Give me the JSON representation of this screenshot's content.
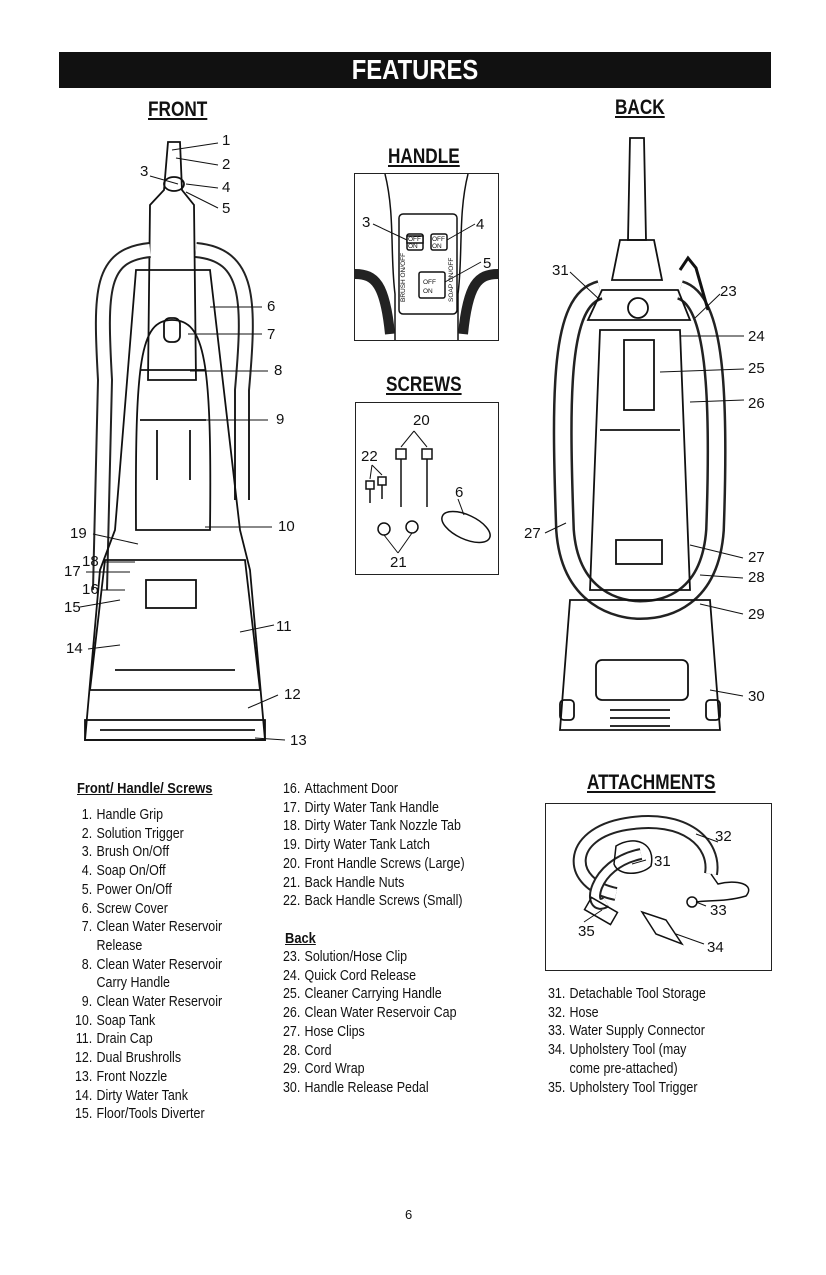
{
  "banner": {
    "title": "FEATURES"
  },
  "headings": {
    "front": "FRONT",
    "back": "BACK",
    "handle": "HANDLE",
    "screws": "SCREWS",
    "attachments": "ATTACHMENTS"
  },
  "sections": {
    "front_handle_screws": "Front/ Handle/ Screws",
    "back": "Back"
  },
  "front_callouts": [
    "1",
    "2",
    "3",
    "4",
    "5",
    "6",
    "7",
    "8",
    "9",
    "10",
    "11",
    "12",
    "13",
    "14",
    "15",
    "16",
    "17",
    "18",
    "19"
  ],
  "handle_callouts": [
    "3",
    "4",
    "5"
  ],
  "handle_switch_labels": {
    "brush": "BRUSH ON/OFF",
    "soap": "SOAP ON/OFF",
    "off1": "OFF",
    "on1": "ON",
    "off2": "OFF",
    "on2": "ON",
    "off3": "OFF",
    "on3": "ON"
  },
  "screws_callouts": [
    "20",
    "22",
    "6",
    "21"
  ],
  "back_callouts": [
    "31",
    "23",
    "24",
    "25",
    "26",
    "27",
    "27",
    "28",
    "29",
    "30"
  ],
  "attach_callouts": [
    "32",
    "31",
    "33",
    "35",
    "34"
  ],
  "list_col1": [
    {
      "num": "1.",
      "text": "Handle Grip"
    },
    {
      "num": "2.",
      "text": "Solution Trigger"
    },
    {
      "num": "3.",
      "text": "Brush On/Off"
    },
    {
      "num": "4.",
      "text": "Soap On/Off"
    },
    {
      "num": "5.",
      "text": "Power On/Off"
    },
    {
      "num": "6.",
      "text": "Screw Cover"
    },
    {
      "num": "7.",
      "text": "Clean Water Reservoir"
    },
    {
      "num": "",
      "text": "Release"
    },
    {
      "num": "8.",
      "text": "Clean Water Reservoir"
    },
    {
      "num": "",
      "text": "Carry Handle"
    },
    {
      "num": "9.",
      "text": "Clean Water Reservoir"
    },
    {
      "num": "10.",
      "text": "Soap Tank"
    },
    {
      "num": "11.",
      "text": "Drain Cap"
    },
    {
      "num": "12.",
      "text": "Dual Brushrolls"
    },
    {
      "num": "13.",
      "text": "Front Nozzle"
    },
    {
      "num": "14.",
      "text": "Dirty Water Tank"
    },
    {
      "num": "15.",
      "text": "Floor/Tools Diverter"
    }
  ],
  "list_col2a": [
    {
      "num": "16.",
      "text": "Attachment Door"
    },
    {
      "num": "17.",
      "text": "Dirty Water Tank Handle"
    },
    {
      "num": "18.",
      "text": "Dirty Water Tank Nozzle Tab"
    },
    {
      "num": "19.",
      "text": "Dirty Water Tank Latch"
    },
    {
      "num": "20.",
      "text": "Front Handle Screws (Large)"
    },
    {
      "num": "21.",
      "text": "Back Handle Nuts"
    },
    {
      "num": "22.",
      "text": "Back Handle Screws (Small)"
    }
  ],
  "list_col2b": [
    {
      "num": "23.",
      "text": "Solution/Hose Clip"
    },
    {
      "num": "24.",
      "text": "Quick Cord Release"
    },
    {
      "num": "25.",
      "text": "Cleaner Carrying Handle"
    },
    {
      "num": "26.",
      "text": "Clean Water Reservoir Cap"
    },
    {
      "num": "27.",
      "text": "Hose Clips"
    },
    {
      "num": "28.",
      "text": "Cord"
    },
    {
      "num": "29.",
      "text": "Cord Wrap"
    },
    {
      "num": "30.",
      "text": "Handle Release Pedal"
    }
  ],
  "list_col3": [
    {
      "num": "31.",
      "text": "Detachable Tool Storage"
    },
    {
      "num": "32.",
      "text": "Hose"
    },
    {
      "num": "33.",
      "text": "Water Supply Connector"
    },
    {
      "num": "34.",
      "text": "Upholstery Tool (may"
    },
    {
      "num": "",
      "text": "come pre-attached)"
    },
    {
      "num": "35.",
      "text": "Upholstery Tool Trigger"
    }
  ],
  "page_number": "6"
}
